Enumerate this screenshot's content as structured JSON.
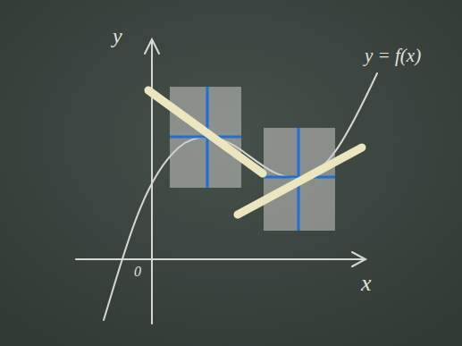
{
  "diagram": {
    "labels": [
      "y",
      "x",
      "0",
      "y = f(x)"
    ]
  }
}
